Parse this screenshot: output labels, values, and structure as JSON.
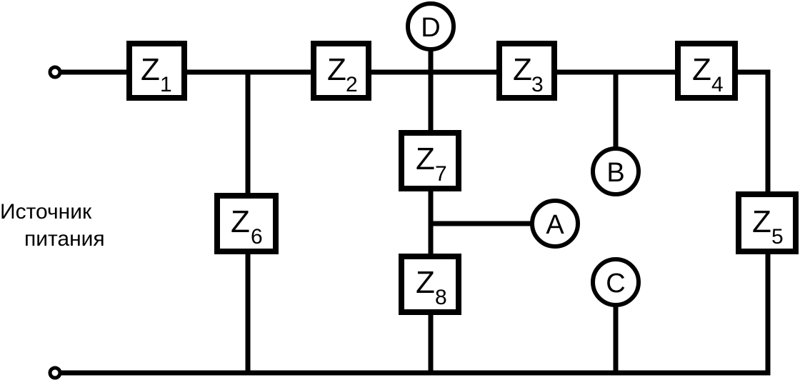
{
  "diagram": {
    "type": "electrical-circuit",
    "source_label": {
      "line1": "Источник",
      "line2": "питания"
    },
    "impedances": [
      {
        "id": "Z1",
        "symbol": "Z",
        "subscript": "1"
      },
      {
        "id": "Z2",
        "symbol": "Z",
        "subscript": "2"
      },
      {
        "id": "Z3",
        "symbol": "Z",
        "subscript": "3"
      },
      {
        "id": "Z4",
        "symbol": "Z",
        "subscript": "4"
      },
      {
        "id": "Z5",
        "symbol": "Z",
        "subscript": "5"
      },
      {
        "id": "Z6",
        "symbol": "Z",
        "subscript": "6"
      },
      {
        "id": "Z7",
        "symbol": "Z",
        "subscript": "7"
      },
      {
        "id": "Z8",
        "symbol": "Z",
        "subscript": "8"
      }
    ],
    "nodes": [
      {
        "id": "A",
        "label": "A"
      },
      {
        "id": "B",
        "label": "B"
      },
      {
        "id": "C",
        "label": "C"
      },
      {
        "id": "D",
        "label": "D"
      }
    ],
    "connections": [
      "source+ — Z1 — Z2 — Z3 — Z4 — Z5 — ground",
      "junction(Z1,Z2) — Z6 — ground",
      "junction(Z2,Z3) — D",
      "junction(Z2,Z3) — Z7 — A — Z8 — ground",
      "junction(Z3,Z4) — B",
      "C — ground"
    ],
    "colors": {
      "stroke": "#000000",
      "background": "#ffffff"
    }
  }
}
